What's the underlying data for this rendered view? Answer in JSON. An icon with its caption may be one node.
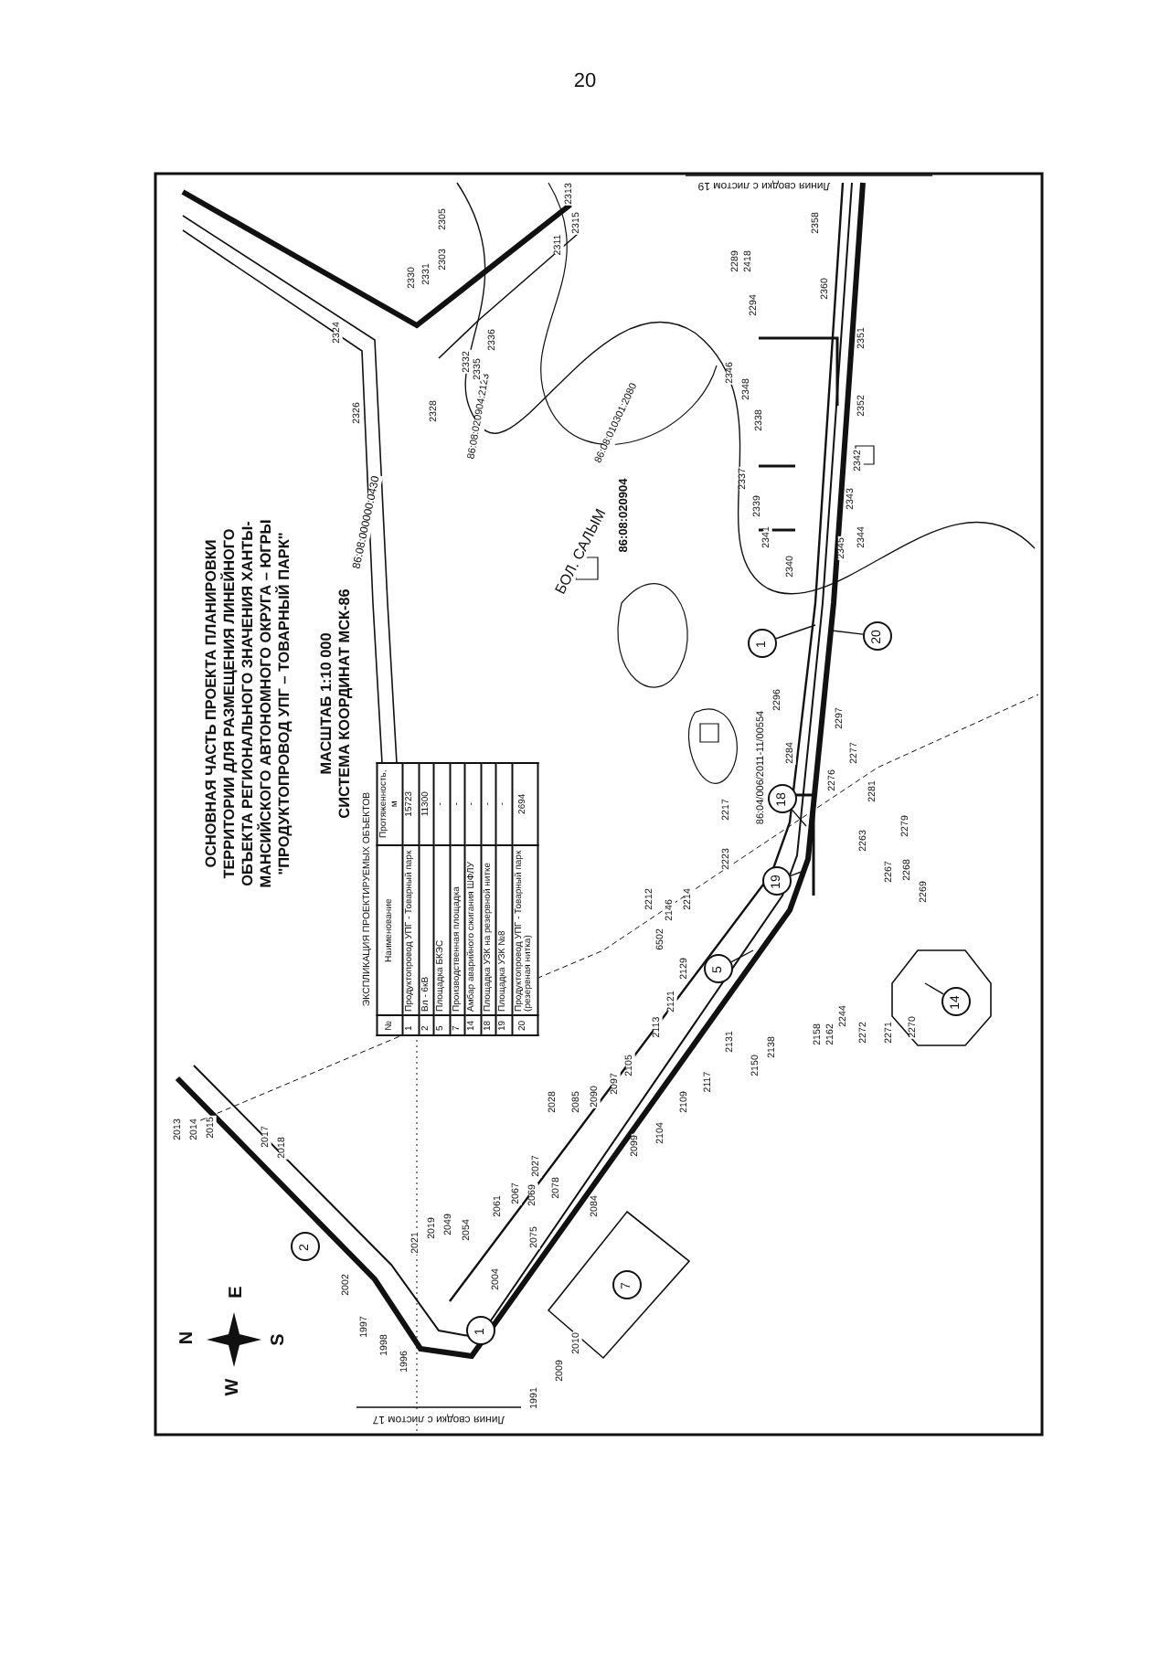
{
  "diagram": {
    "title": "ОСНОВНАЯ ЧАСТЬ ПРОЕКТА ПЛАНИРОВКИ ТЕРРИТОРИИ ДЛЯ РАЗМЕЩЕНИЯ ЛИНЕЙНОГО ОБЪЕКТА РЕГИОНАЛЬНОГО ЗНАЧЕНИЯ ХАНТЫ-МАНСИЙСКОГО АВТОНОМНОГО ОКРУГА – ЮГРЫ \"ПРОДУКТОПРОВОД УПГ – ТОВАРНЫЙ ПАРК\"",
    "nodes": [
      {
        "text": [
          "1"
        ]
      },
      {
        "text": [
          "2"
        ]
      },
      {
        "text": [
          "7"
        ]
      },
      {
        "text": [
          "5"
        ]
      },
      {
        "text": [
          "14"
        ]
      },
      {
        "text": [
          "19"
        ]
      },
      {
        "text": [
          "18"
        ]
      },
      {
        "text": [
          "1"
        ]
      },
      {
        "text": [
          "20"
        ]
      }
    ],
    "edges": [
      {
        "from": 7,
        "to": null,
        "arrow": "none"
      },
      {
        "from": 8,
        "to": null,
        "arrow": "none"
      },
      {
        "from": 6,
        "to": null,
        "arrow": "none"
      },
      {
        "from": 5,
        "to": null,
        "arrow": "none"
      },
      {
        "from": 3,
        "to": null,
        "arrow": "none"
      },
      {
        "from": 4,
        "to": null,
        "arrow": "none"
      }
    ],
    "labels": [
      "20",
      "МАСШТАБ 1:10 000",
      "СИСТЕМА КООРДИНАТ МСК-86",
      "86:08:000000:0430",
      "ЭКСПЛИКАЦИЯ ПРОЕКТИРУЕМЫХ ОБЪЕКТОВ",
      "№",
      "Наименование",
      "Протяженность, м",
      "1",
      "Продуктопровод УПГ - Товарный парк",
      "15723",
      "2",
      "Вл - 6кВ",
      "11300",
      "5",
      "Площадка БКЭС",
      "-",
      "7",
      "Производственная площадка",
      "-",
      "14",
      "Амбар аварийного сжигания ШФЛУ",
      "-",
      "18",
      "Площадка УЗК на резервной нитке",
      "-",
      "19",
      "Площадка УЗК №8",
      "-",
      "20",
      "Продуктопровод УПГ - Товарный парк (резервная нитка)",
      "2694",
      "N",
      "E",
      "S",
      "W",
      "Линия сводки с листом 17",
      "Линия сводки с листом 19",
      "БОЛ. САЛЫМ",
      "86:08:020904:2123",
      "86:08:010301:2080",
      "86:08:020904",
      "86:04/006/2011-11/00554",
      "2313",
      "2315",
      "2311",
      "2305",
      "2303",
      "2324",
      "2326",
      "2328",
      "2330",
      "2331",
      "2332",
      "2335",
      "2336",
      "2358",
      "2289",
      "2418",
      "2360",
      "2294",
      "2351",
      "2346",
      "2348",
      "2352",
      "2338",
      "2337",
      "2342",
      "2339",
      "2343",
      "2341",
      "2345",
      "2344",
      "2340",
      "2296",
      "2297",
      "2277",
      "2284",
      "2276",
      "2281",
      "2279",
      "2217",
      "2223",
      "2263",
      "2267",
      "2268",
      "2269",
      "2214",
      "2146",
      "2212",
      "6502",
      "2129",
      "2121",
      "2113",
      "2105",
      "2097",
      "2090",
      "2085",
      "2028",
      "2027",
      "2069",
      "2067",
      "2061",
      "2054",
      "2049",
      "2019",
      "2021",
      "2017",
      "2018",
      "2013",
      "2014",
      "2015",
      "2002",
      "1997",
      "1998",
      "1996",
      "1991",
      "2009",
      "2010",
      "2004",
      "2075",
      "2078",
      "2084",
      "2099",
      "2104",
      "2109",
      "2117",
      "2131",
      "2150",
      "2138",
      "2158",
      "2162",
      "2244",
      "2272",
      "2271",
      "2270"
    ]
  }
}
